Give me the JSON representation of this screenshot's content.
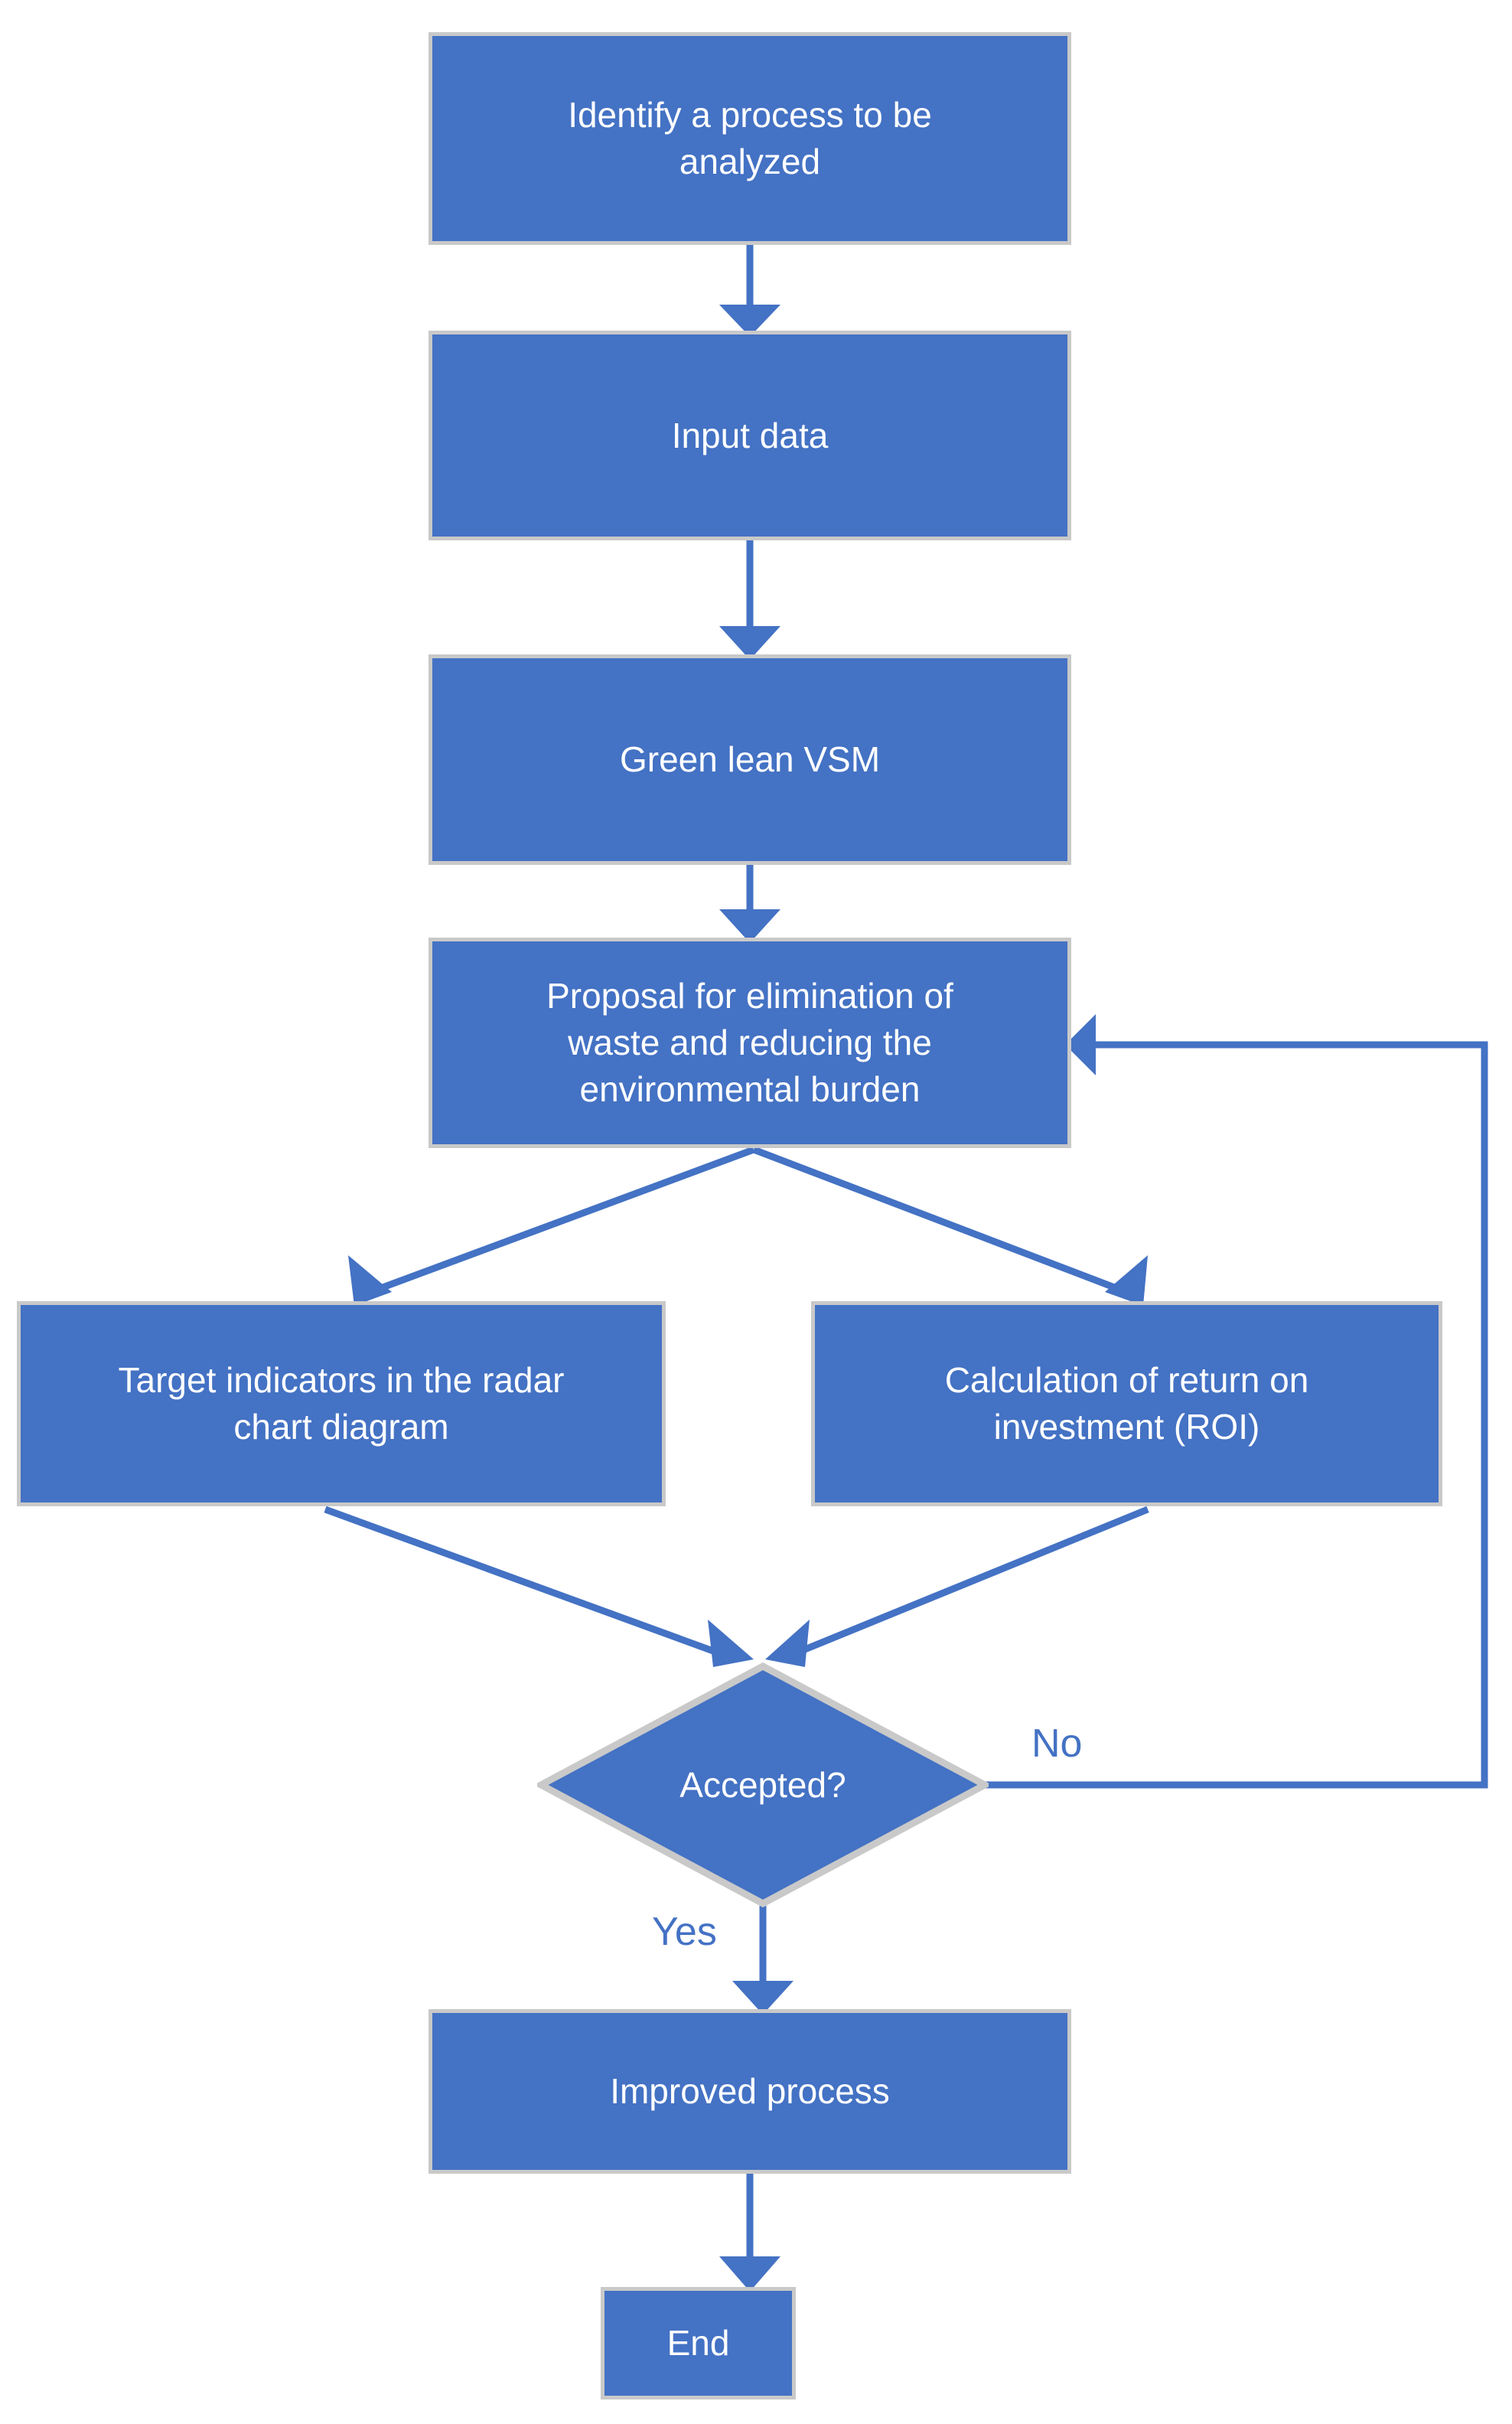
{
  "diagram": {
    "title": "Green lean VSM improvement process flowchart",
    "type": "flowchart",
    "colors": {
      "node_fill": "#4472C4",
      "node_border": "#C9C9C9",
      "node_text": "#FFFFFF",
      "connector": "#4472C4",
      "edge_label_text": "#4472C4",
      "background": "#FFFFFF"
    },
    "nodes": [
      {
        "id": "identify",
        "shape": "process",
        "label": "Identify a process to be\nanalyzed"
      },
      {
        "id": "input",
        "shape": "process",
        "label": "Input data"
      },
      {
        "id": "vsm",
        "shape": "process",
        "label": "Green lean VSM"
      },
      {
        "id": "proposal",
        "shape": "process",
        "label": "Proposal for elimination of\nwaste and reducing the\nenvironmental burden"
      },
      {
        "id": "radar",
        "shape": "process",
        "label": "Target indicators in the radar\nchart diagram"
      },
      {
        "id": "roi",
        "shape": "process",
        "label": "Calculation of return on\ninvestment (ROI)"
      },
      {
        "id": "accepted",
        "shape": "decision",
        "label": "Accepted?"
      },
      {
        "id": "improved",
        "shape": "process",
        "label": "Improved process"
      },
      {
        "id": "end",
        "shape": "terminator",
        "label": "End"
      }
    ],
    "edges": [
      {
        "from": "identify",
        "to": "input",
        "label": ""
      },
      {
        "from": "input",
        "to": "vsm",
        "label": ""
      },
      {
        "from": "vsm",
        "to": "proposal",
        "label": ""
      },
      {
        "from": "proposal",
        "to": "radar",
        "label": ""
      },
      {
        "from": "proposal",
        "to": "roi",
        "label": ""
      },
      {
        "from": "radar",
        "to": "accepted",
        "label": ""
      },
      {
        "from": "roi",
        "to": "accepted",
        "label": ""
      },
      {
        "from": "accepted",
        "to": "proposal",
        "label": "No"
      },
      {
        "from": "accepted",
        "to": "improved",
        "label": "Yes"
      },
      {
        "from": "improved",
        "to": "end",
        "label": ""
      }
    ],
    "edge_labels": {
      "no": "No",
      "yes": "Yes"
    }
  }
}
